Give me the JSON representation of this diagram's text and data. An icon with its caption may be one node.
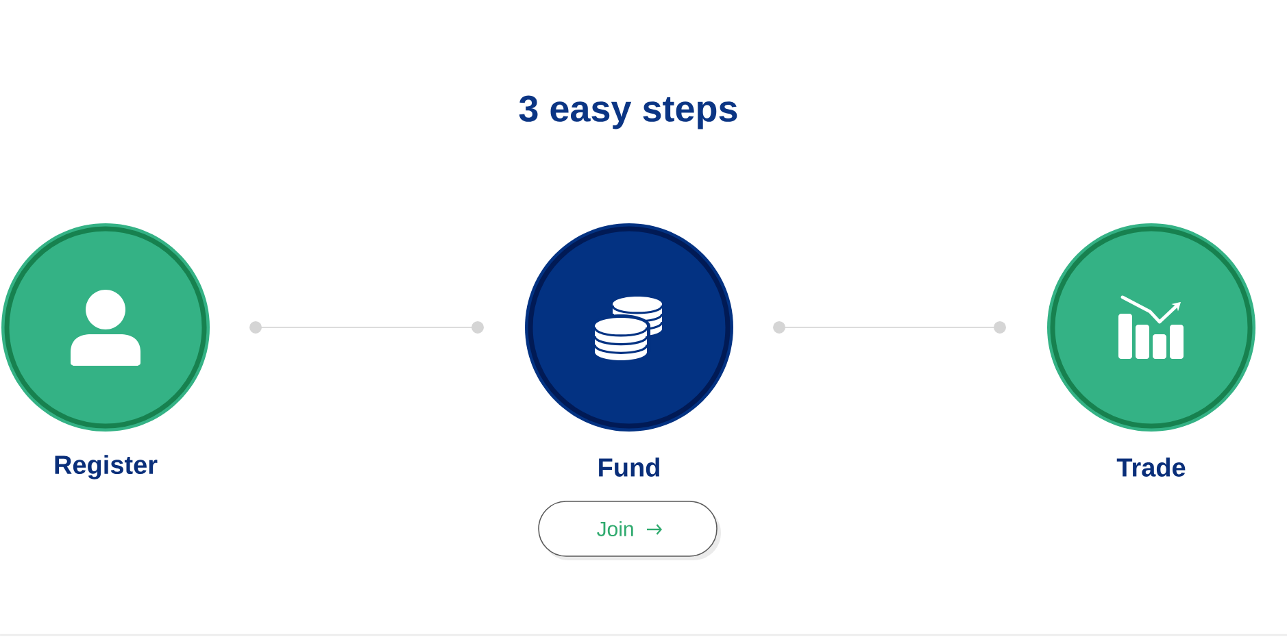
{
  "diagram": {
    "title": "3 easy steps",
    "nodes": [
      {
        "text": [
          "Register"
        ]
      },
      {
        "text": [
          "Fund"
        ]
      },
      {
        "text": [
          "Trade"
        ]
      }
    ],
    "edges": [
      {
        "from": 0,
        "to": 1,
        "arrow": "other"
      },
      {
        "from": 1,
        "to": 2,
        "arrow": "other"
      }
    ],
    "labels": [
      "Join"
    ]
  }
}
